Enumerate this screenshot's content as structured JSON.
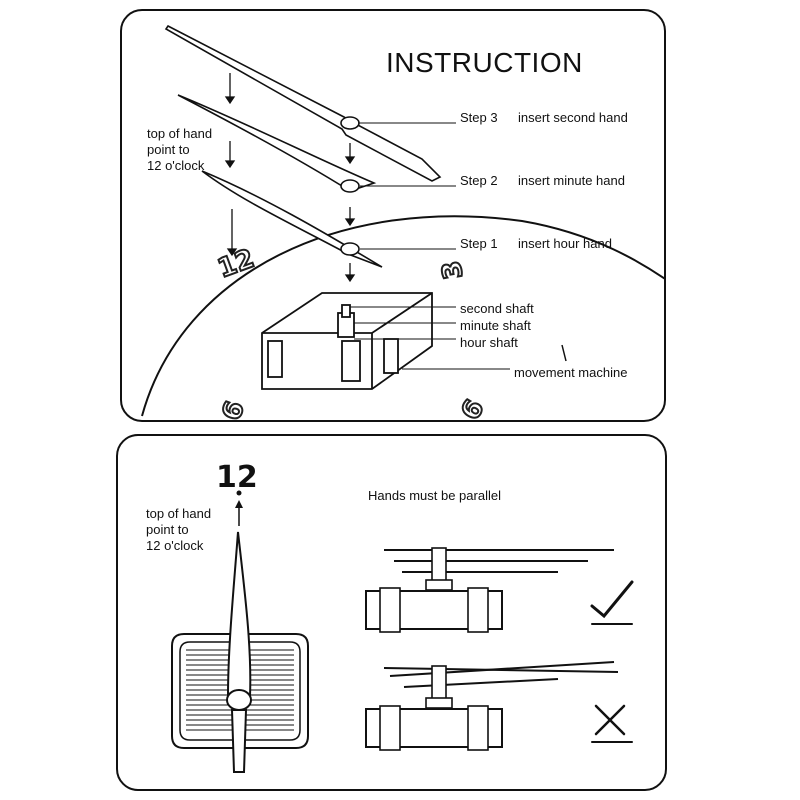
{
  "top": {
    "title": "INSTRUCTION",
    "note": [
      "top of hand",
      "point to",
      "12 o'clock"
    ],
    "steps": [
      {
        "step": "Step 3",
        "text": "insert second hand"
      },
      {
        "step": "Step 2",
        "text": "insert minute hand"
      },
      {
        "step": "Step 1",
        "text": "insert hour hand"
      }
    ],
    "parts": [
      "second shaft",
      "minute shaft",
      "hour shaft",
      "movement  machine"
    ],
    "dial_numbers": [
      "12",
      "3",
      "6",
      "9"
    ]
  },
  "bottom": {
    "note": [
      "top of hand",
      "point to",
      "12 o'clock"
    ],
    "twelve": "12",
    "caption": "Hands must be parallel",
    "correct_icon": "check-mark-icon",
    "wrong_icon": "cross-mark-icon"
  }
}
